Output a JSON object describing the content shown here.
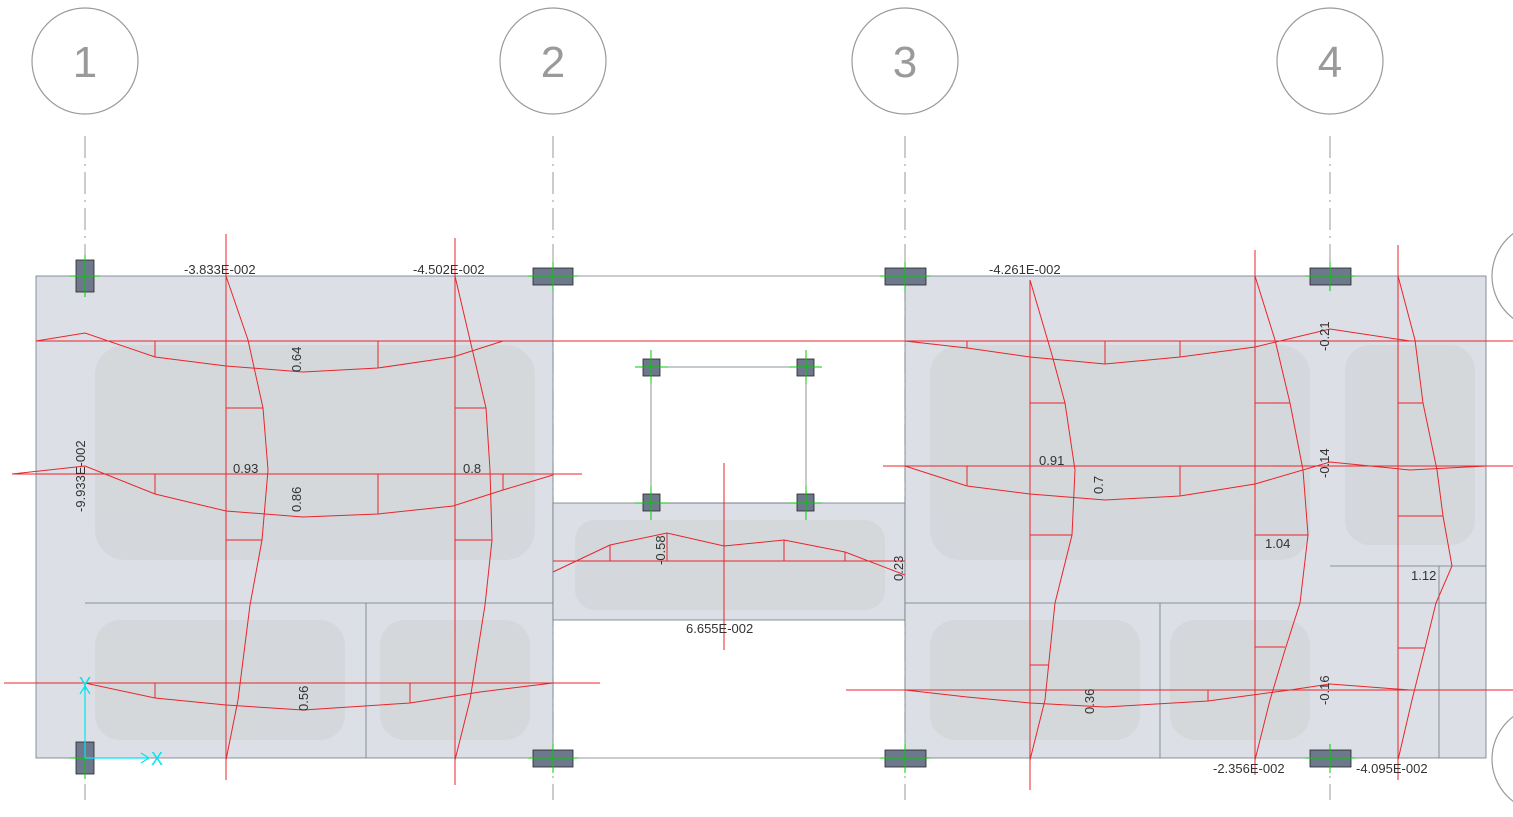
{
  "grid_bubbles": [
    "1",
    "2",
    "3",
    "4"
  ],
  "values": {
    "top_left_1": "-3.833E-002",
    "top_left_2": "-4.502E-002",
    "top_right_1": "-4.261E-002",
    "left_vertical": "-9.933E-002",
    "v_064": "0.64",
    "v_093": "0.93",
    "v_086": "0.86",
    "v_08": "0.8",
    "v_056": "0.56",
    "v_058": "-0.58",
    "v_023": "0.23",
    "v_bot_mid": "6.655E-002",
    "v_091": "0.91",
    "v_07": "0.7",
    "v_104": "1.04",
    "v_112": "1.12",
    "v_036": "0.36",
    "v_021": "-0.21",
    "v_014": "-0.14",
    "v_016": "-0.16",
    "bot_right_1": "-2.356E-002",
    "bot_right_2": "-4.095E-002"
  },
  "axis": {
    "x": "X",
    "y": "Y"
  },
  "colors": {
    "slab": "#dcdfe5",
    "slab_edge": "#6f7a88",
    "moment": "#e8262b",
    "column": "#6e788c",
    "crosshair": "#00cc00",
    "gridline": "#999999",
    "axis": "#00e5ee"
  }
}
